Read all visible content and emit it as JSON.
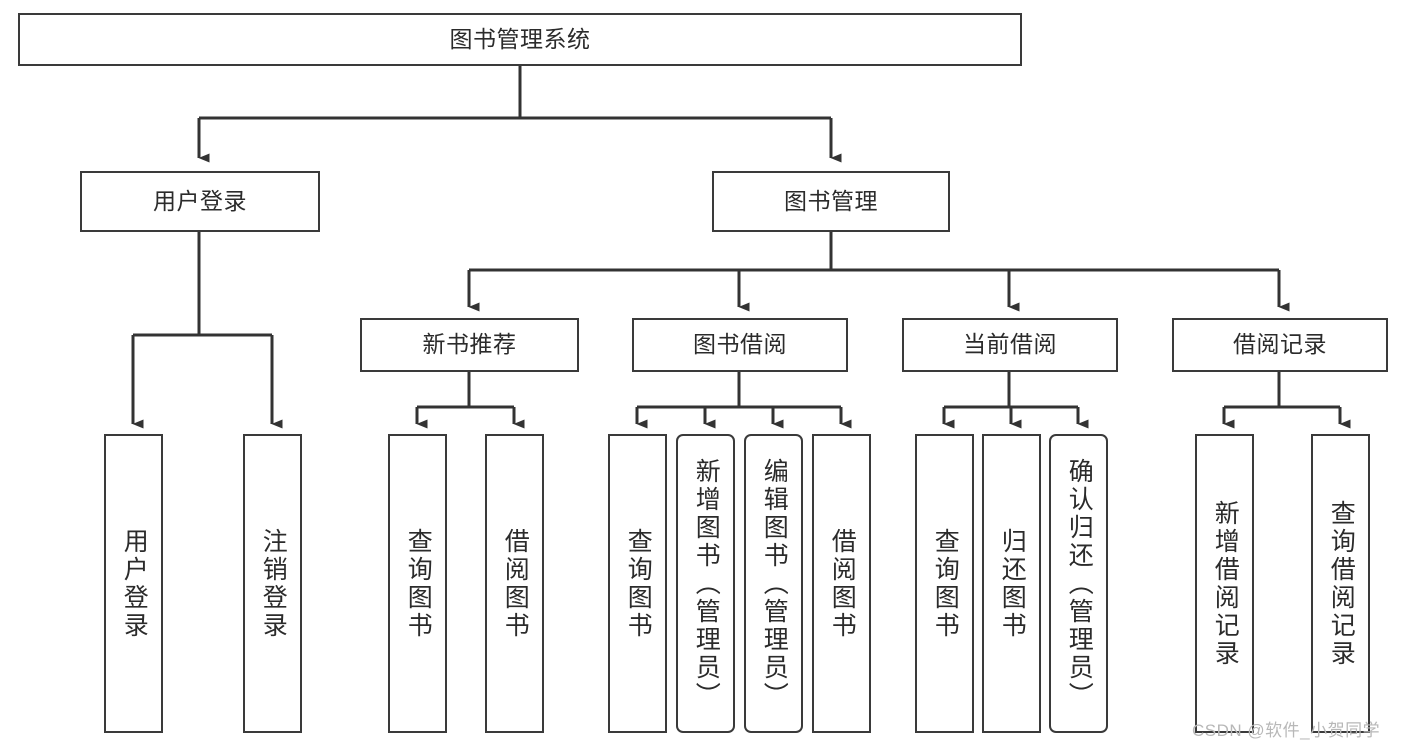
{
  "diagram": {
    "title": "图书管理系统",
    "type": "tree-hierarchy-diagram",
    "watermark": "CSDN @软件_小贺同学",
    "colors": {
      "stroke": "#3a3a3a",
      "text": "#2b2b2b",
      "background": "#ffffff",
      "watermark": "#b8b8b8"
    },
    "nodes": {
      "root": {
        "label": "图书管理系统"
      },
      "level2": [
        {
          "label": "用户登录"
        },
        {
          "label": "图书管理"
        }
      ],
      "level3": [
        {
          "label": "新书推荐"
        },
        {
          "label": "图书借阅"
        },
        {
          "label": "当前借阅"
        },
        {
          "label": "借阅记录"
        }
      ],
      "leaves_user_login": [
        {
          "label": "用户登录"
        },
        {
          "label": "注销登录"
        }
      ],
      "leaves_new_book": [
        {
          "label": "查询图书"
        },
        {
          "label": "借阅图书"
        }
      ],
      "leaves_borrow": [
        {
          "label": "查询图书"
        },
        {
          "label": "新增图书（管理员）"
        },
        {
          "label": "编辑图书（管理员）"
        },
        {
          "label": "借阅图书"
        }
      ],
      "leaves_current": [
        {
          "label": "查询图书"
        },
        {
          "label": "归还图书"
        },
        {
          "label": "确认归还（管理员）"
        }
      ],
      "leaves_records": [
        {
          "label": "新增借阅记录"
        },
        {
          "label": "查询借阅记录"
        }
      ]
    }
  }
}
